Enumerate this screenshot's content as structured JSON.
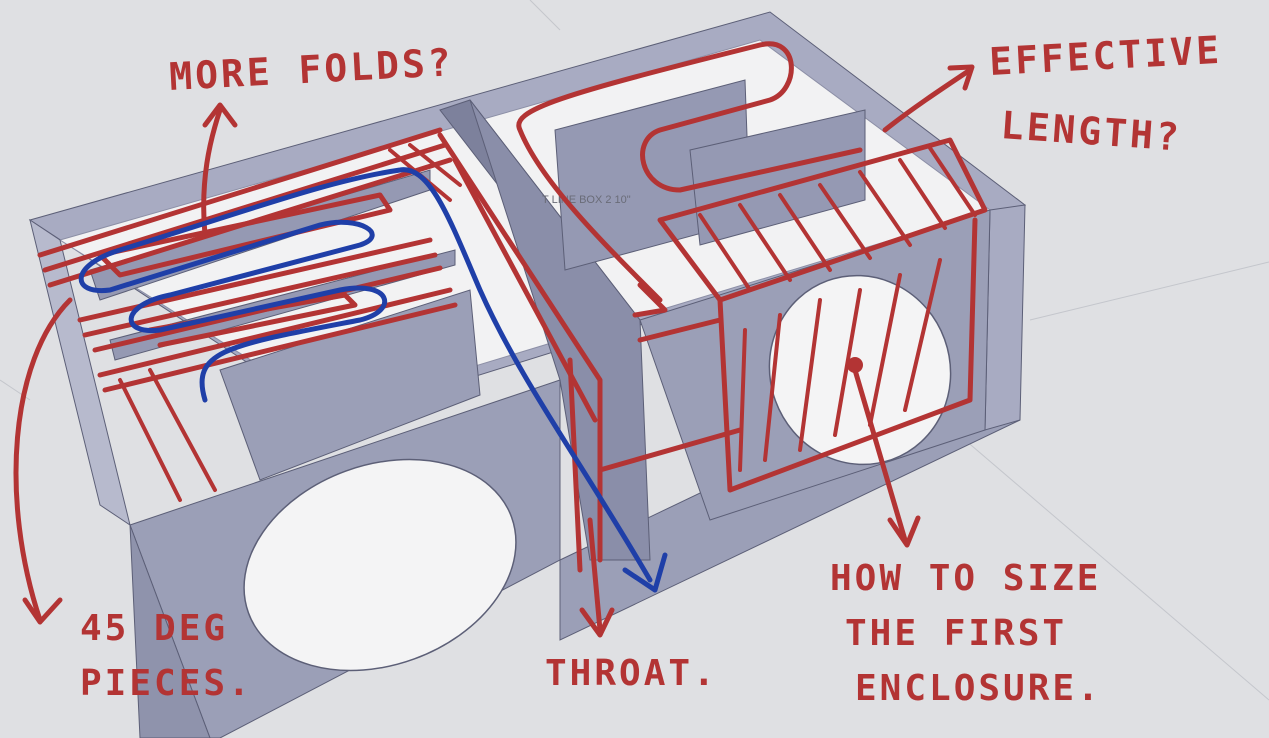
{
  "annotations": {
    "more_folds": "MORE FOLDS?",
    "effective_length_line1": "EFFECTIVE",
    "effective_length_line2": "LENGTH?",
    "deg_pieces_line1": "45 DEG",
    "deg_pieces_line2": "PIECES.",
    "throat": "THROAT.",
    "size_line1": "HOW TO SIZE",
    "size_line2": "THE FIRST",
    "size_line3": "ENCLOSURE."
  },
  "model_label": "T LINE BOX 2 10\"",
  "colors": {
    "red_ink": "#b33434",
    "blue_ink": "#1f3fa8",
    "panel_front": "#9b9fb7",
    "panel_top": "#a8abc2",
    "panel_dark": "#7d819c",
    "interior_white": "#f2f2f3",
    "background": "#dfe0e3"
  }
}
